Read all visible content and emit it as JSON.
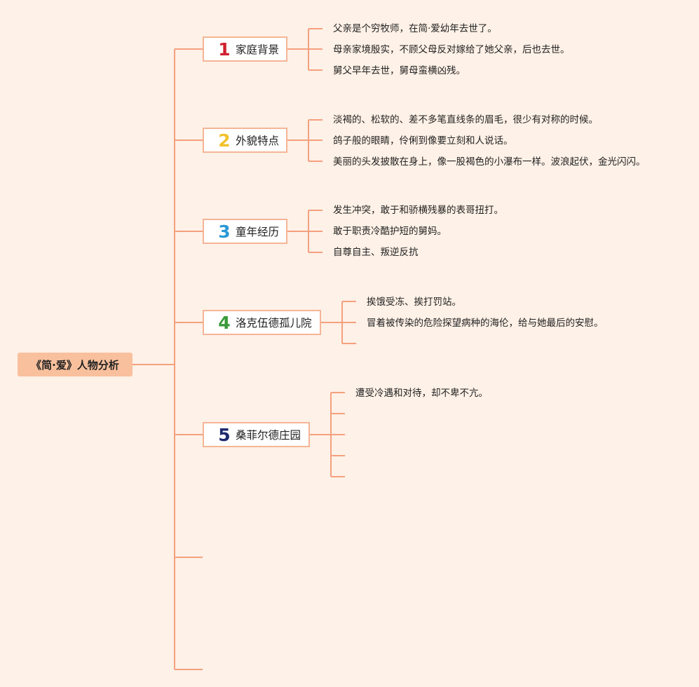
{
  "root": {
    "title": "《简·爱》人物分析"
  },
  "topics": [
    {
      "num": "1",
      "label": "家庭背景",
      "color": "#d0202e",
      "items": [
        "父亲是个穷牧师，在简·爱幼年去世了。",
        "母亲家境殷实，不顾父母反对嫁给了她父亲，后也去世。",
        "舅父早年去世，舅母蛮横凶残。"
      ]
    },
    {
      "num": "2",
      "label": "外貌特点",
      "color": "#f2c22e",
      "items": [
        "淡褐的、松软的、差不多笔直线条的眉毛，很少有对称的时候。",
        "鸽子般的眼睛，伶俐到像要立刻和人说话。",
        "美丽的头发披散在身上，像一股褐色的小瀑布一样。波浪起伏，金光闪闪。"
      ]
    },
    {
      "num": "3",
      "label": "童年经历",
      "color": "#2a9ad6",
      "items": [
        "发生冲突，敢于和骄横残暴的表哥扭打。",
        "敢于职责冷酷护短的舅妈。",
        "自尊自主、叛逆反抗"
      ]
    },
    {
      "num": "4",
      "label": "洛克伍德孤儿院",
      "color": "#3a9a3a",
      "items": [
        "挨饿受冻、挨打罚站。",
        "冒着被传染的危险探望病种的海伦，给与她最后的安慰。",
        ""
      ]
    },
    {
      "num": "5",
      "label": "桑菲尔德庄园",
      "color": "#1e2a6e",
      "items": [
        "遭受冷遇和对待，却不卑不亢。",
        "",
        "",
        "",
        ""
      ]
    }
  ],
  "colors": {
    "line": "#f5a07e",
    "topic_border": "#f5b596",
    "root_fill": "#f9c09d",
    "background": "#fef1e7"
  }
}
